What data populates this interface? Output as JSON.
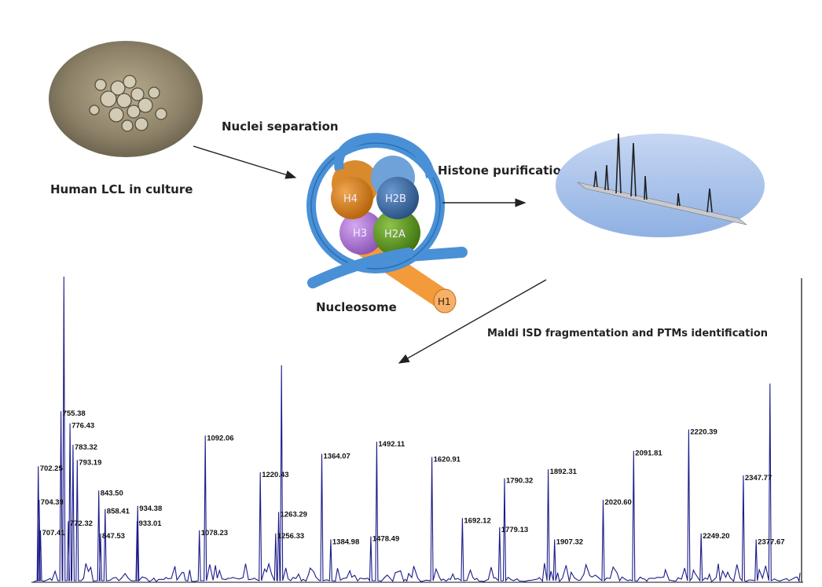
{
  "steps": {
    "cells": "Human LCL in culture",
    "nuclei": "Nuclei separation",
    "histone": "Histone purification",
    "nucleosome": "Nucleosome",
    "maldi": "Maldi ISD fragmentation and PTMs identification"
  },
  "histones": {
    "h4": "H4",
    "h2b": "H2B",
    "h3": "H3",
    "h2a": "H2A",
    "h1": "H1"
  },
  "colors": {
    "dna": "#4a90d6",
    "h4": "#d97d12",
    "h2b": "#3d6fa8",
    "h3": "#b07ad8",
    "h2a": "#5c9a1e",
    "h1": "#f39a3a",
    "spectrum": "#1c1c8a",
    "ellipse": "#9db9e8"
  },
  "spectrum": {
    "peaks": [
      {
        "mz": 702.25,
        "h": 0.38,
        "label": "702.25"
      },
      {
        "mz": 704.39,
        "h": 0.27,
        "label": "704.39"
      },
      {
        "mz": 707.41,
        "h": 0.17,
        "label": "707.41"
      },
      {
        "mz": 755.38,
        "h": 0.56,
        "label": "755.38"
      },
      {
        "mz": 762.0,
        "h": 1.0,
        "label": ""
      },
      {
        "mz": 776.43,
        "h": 0.52,
        "label": "776.43"
      },
      {
        "mz": 783.32,
        "h": 0.45,
        "label": "783.32"
      },
      {
        "mz": 772.32,
        "h": 0.2,
        "label": "772.32"
      },
      {
        "mz": 793.19,
        "h": 0.4,
        "label": "793.19"
      },
      {
        "mz": 843.5,
        "h": 0.3,
        "label": "843.50"
      },
      {
        "mz": 858.41,
        "h": 0.24,
        "label": "858.41"
      },
      {
        "mz": 847.53,
        "h": 0.16,
        "label": "847.53"
      },
      {
        "mz": 934.38,
        "h": 0.25,
        "label": "934.38"
      },
      {
        "mz": 933.01,
        "h": 0.2,
        "label": "933.01"
      },
      {
        "mz": 1078.23,
        "h": 0.17,
        "label": "1078.23"
      },
      {
        "mz": 1092.06,
        "h": 0.48,
        "label": "1092.06"
      },
      {
        "mz": 1220.43,
        "h": 0.36,
        "label": "1220.43"
      },
      {
        "mz": 1263.29,
        "h": 0.23,
        "label": "1263.29"
      },
      {
        "mz": 1256.33,
        "h": 0.16,
        "label": "1256.33"
      },
      {
        "mz": 1270.0,
        "h": 0.71,
        "label": ""
      },
      {
        "mz": 1364.07,
        "h": 0.42,
        "label": "1364.07"
      },
      {
        "mz": 1384.98,
        "h": 0.14,
        "label": "1384.98"
      },
      {
        "mz": 1478.49,
        "h": 0.15,
        "label": "1478.49"
      },
      {
        "mz": 1492.11,
        "h": 0.46,
        "label": "1492.11"
      },
      {
        "mz": 1620.91,
        "h": 0.41,
        "label": "1620.91"
      },
      {
        "mz": 1692.12,
        "h": 0.21,
        "label": "1692.12"
      },
      {
        "mz": 1779.13,
        "h": 0.18,
        "label": "1779.13"
      },
      {
        "mz": 1790.32,
        "h": 0.34,
        "label": "1790.32"
      },
      {
        "mz": 1892.31,
        "h": 0.37,
        "label": "1892.31"
      },
      {
        "mz": 1907.32,
        "h": 0.14,
        "label": "1907.32"
      },
      {
        "mz": 2020.6,
        "h": 0.27,
        "label": "2020.60"
      },
      {
        "mz": 2091.81,
        "h": 0.43,
        "label": "2091.81"
      },
      {
        "mz": 2220.39,
        "h": 0.5,
        "label": "2220.39"
      },
      {
        "mz": 2249.2,
        "h": 0.16,
        "label": "2249.20"
      },
      {
        "mz": 2347.77,
        "h": 0.35,
        "label": "2347.77"
      },
      {
        "mz": 2377.67,
        "h": 0.14,
        "label": "2377.67"
      },
      {
        "mz": 2410.0,
        "h": 0.65,
        "label": ""
      }
    ]
  }
}
